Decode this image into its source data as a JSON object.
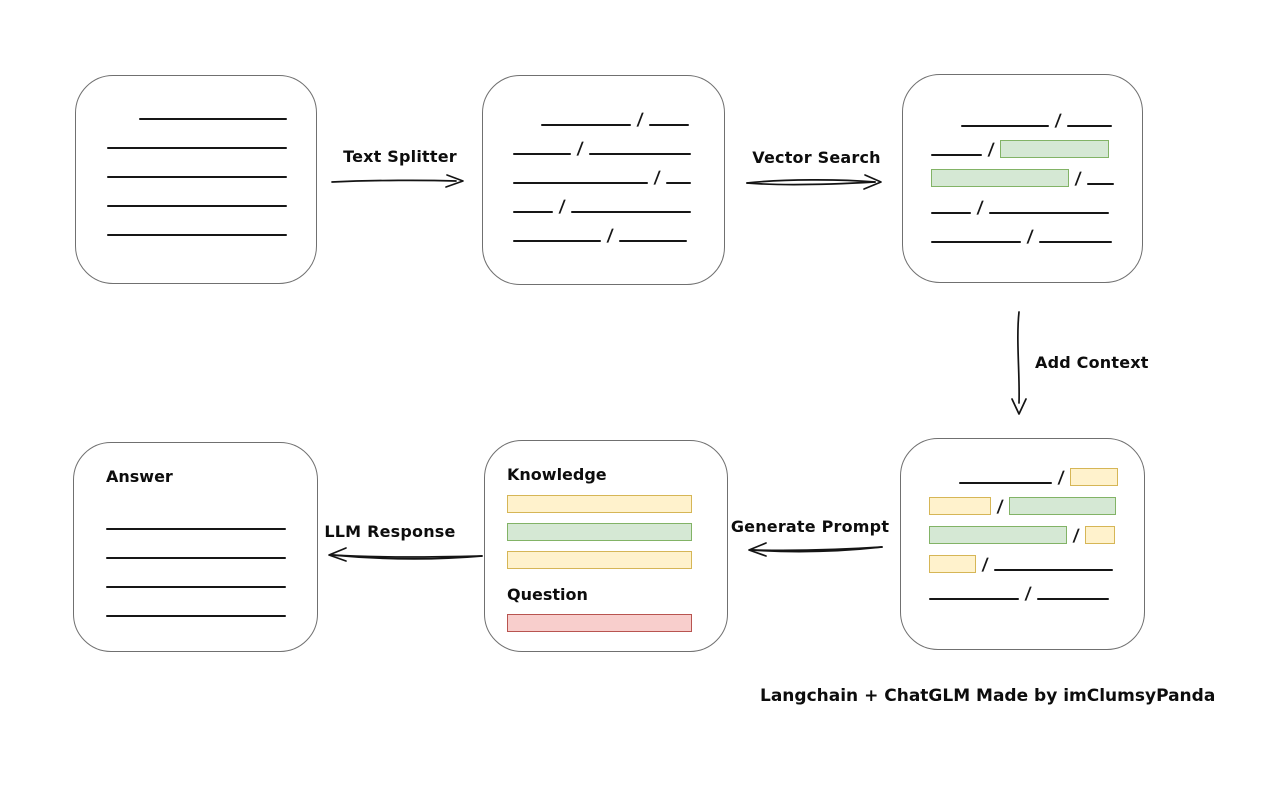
{
  "palette": {
    "line": "#161616",
    "box_border": "#707070",
    "green_fill": "#d5e8d4",
    "green_border": "#82b366",
    "yellow_fill": "#fff2cc",
    "yellow_border": "#d6b656",
    "red_fill": "#f8cecc",
    "red_border": "#b85450"
  },
  "caption": "Langchain + ChatGLM Made by imClumsyPanda",
  "arrows": {
    "text_splitter": {
      "label": "Text Splitter",
      "direction": "right"
    },
    "vector_search": {
      "label": "Vector Search",
      "direction": "right"
    },
    "add_context": {
      "label": "Add Context",
      "direction": "down"
    },
    "generate_prompt": {
      "label": "Generate Prompt",
      "direction": "left"
    },
    "llm_response": {
      "label": "LLM Response",
      "direction": "left"
    }
  },
  "boxes": {
    "document": {
      "rows": [
        [
          {
            "t": "line",
            "ml": 32,
            "w": 148
          }
        ],
        [
          {
            "t": "line",
            "w": 180
          }
        ],
        [
          {
            "t": "line",
            "w": 180
          }
        ],
        [
          {
            "t": "line",
            "w": 180
          }
        ],
        [
          {
            "t": "line",
            "w": 180
          }
        ]
      ]
    },
    "split_text": {
      "rows": [
        [
          {
            "t": "line",
            "ml": 28,
            "w": 90
          },
          {
            "t": "slash"
          },
          {
            "t": "line",
            "w": 40
          }
        ],
        [
          {
            "t": "line",
            "w": 58
          },
          {
            "t": "slash"
          },
          {
            "t": "line",
            "w": 102
          }
        ],
        [
          {
            "t": "line",
            "w": 135
          },
          {
            "t": "slash"
          },
          {
            "t": "line",
            "w": 25
          }
        ],
        [
          {
            "t": "line",
            "w": 40
          },
          {
            "t": "slash"
          },
          {
            "t": "line",
            "w": 120
          }
        ],
        [
          {
            "t": "line",
            "w": 88
          },
          {
            "t": "slash"
          },
          {
            "t": "line",
            "w": 68
          }
        ]
      ]
    },
    "vector_matches": {
      "rows": [
        [
          {
            "t": "line",
            "ml": 30,
            "w": 88
          },
          {
            "t": "slash"
          },
          {
            "t": "line",
            "w": 45
          }
        ],
        [
          {
            "t": "line",
            "w": 51
          },
          {
            "t": "slash"
          },
          {
            "t": "green",
            "w": 109
          }
        ],
        [
          {
            "t": "green",
            "w": 138
          },
          {
            "t": "slash"
          },
          {
            "t": "line",
            "w": 27
          }
        ],
        [
          {
            "t": "line",
            "w": 40
          },
          {
            "t": "slash"
          },
          {
            "t": "line",
            "w": 120
          }
        ],
        [
          {
            "t": "line",
            "w": 90
          },
          {
            "t": "slash"
          },
          {
            "t": "line",
            "w": 73
          }
        ]
      ]
    },
    "context": {
      "rows": [
        [
          {
            "t": "line",
            "ml": 30,
            "w": 93
          },
          {
            "t": "slash"
          },
          {
            "t": "yellow",
            "w": 48
          }
        ],
        [
          {
            "t": "yellow",
            "w": 62
          },
          {
            "t": "slash"
          },
          {
            "t": "green",
            "w": 107
          }
        ],
        [
          {
            "t": "green",
            "w": 138
          },
          {
            "t": "slash"
          },
          {
            "t": "yellow",
            "w": 30
          }
        ],
        [
          {
            "t": "yellow",
            "w": 47
          },
          {
            "t": "slash"
          },
          {
            "t": "line",
            "w": 119
          }
        ],
        [
          {
            "t": "line",
            "w": 90
          },
          {
            "t": "slash"
          },
          {
            "t": "line",
            "w": 72
          }
        ]
      ]
    },
    "prompt": {
      "knowledge_label": "Knowledge",
      "question_label": "Question",
      "knowledge_rows": [
        [
          {
            "t": "yellow",
            "w": 185
          }
        ],
        [
          {
            "t": "green",
            "w": 185
          }
        ],
        [
          {
            "t": "yellow",
            "w": 185
          }
        ]
      ],
      "question_rows": [
        [
          {
            "t": "red",
            "w": 185
          }
        ]
      ]
    },
    "answer": {
      "label": "Answer",
      "rows": [
        [
          {
            "t": "line",
            "w": 180
          }
        ],
        [
          {
            "t": "line",
            "w": 180
          }
        ],
        [
          {
            "t": "line",
            "w": 180
          }
        ],
        [
          {
            "t": "line",
            "w": 180
          }
        ]
      ]
    }
  }
}
